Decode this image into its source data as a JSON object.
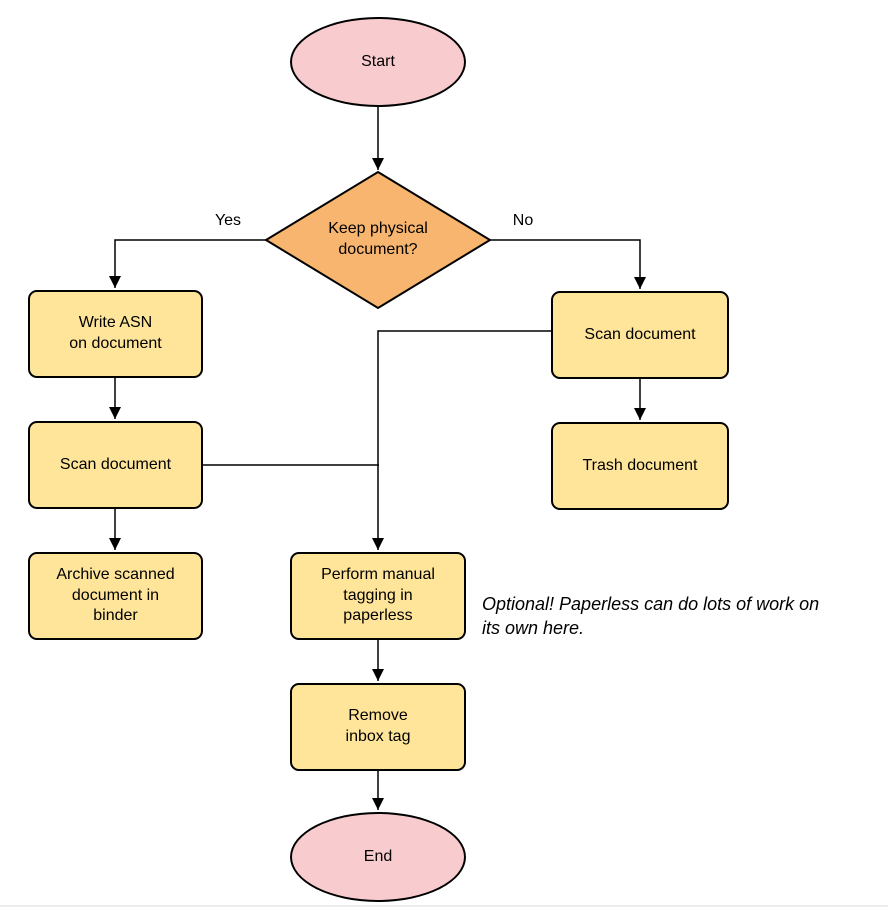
{
  "diagram": {
    "nodes": {
      "start": "Start",
      "decision": "Keep physical\ndocument?",
      "write_asn": "Write ASN\non document",
      "scan_left": "Scan document",
      "archive": "Archive scanned\ndocument in\nbinder",
      "scan_right": "Scan document",
      "trash": "Trash document",
      "tagging": "Perform manual\ntagging in\npaperless",
      "remove_inbox": "Remove\ninbox tag",
      "end": "End"
    },
    "edge_labels": {
      "yes": "Yes",
      "no": "No"
    },
    "annotation": "Optional! Paperless can do lots of work on\nits own here.",
    "colors": {
      "terminator_fill": "#f8cccf",
      "decision_fill": "#f7b570",
      "process_fill": "#ffe59a",
      "stroke": "#000000"
    }
  }
}
